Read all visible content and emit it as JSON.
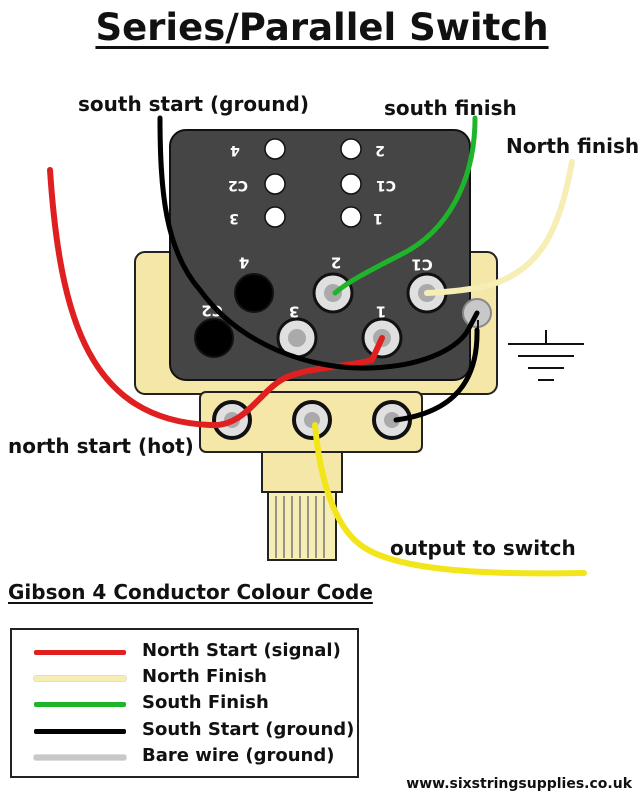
{
  "title": "Series/Parallel Switch",
  "labels": {
    "south_start_ground": "south start (ground)",
    "south_finish": "south finish",
    "north_finish": "North finish",
    "north_start_hot": "north start (hot)",
    "output_to_switch": "output to switch"
  },
  "switch_terminals": {
    "small": [
      "4",
      "C2",
      "3",
      "2",
      "C1",
      "1"
    ],
    "large": [
      "4",
      "2",
      "C1",
      "C2",
      "3",
      "1"
    ]
  },
  "legend": {
    "title": "Gibson 4 Conductor Colour Code",
    "items": [
      {
        "label": "North Start (signal)",
        "color": "#e02020"
      },
      {
        "label": "North Finish",
        "color": "#f7eeb6"
      },
      {
        "label": "South Finish",
        "color": "#1fb52a"
      },
      {
        "label": "South Start (ground)",
        "color": "#000000"
      },
      {
        "label": "Bare wire (ground)",
        "color": "#c8c8c8"
      }
    ]
  },
  "colors": {
    "red": "#e02020",
    "cream": "#f7eeb6",
    "green": "#1fb52a",
    "black": "#000000",
    "yellow": "#f2e51a",
    "grey": "#c8c8c8",
    "pot_body": "#f4e7a8",
    "switch_body": "#454545"
  },
  "website": "www.sixstringsupplies.co.uk"
}
